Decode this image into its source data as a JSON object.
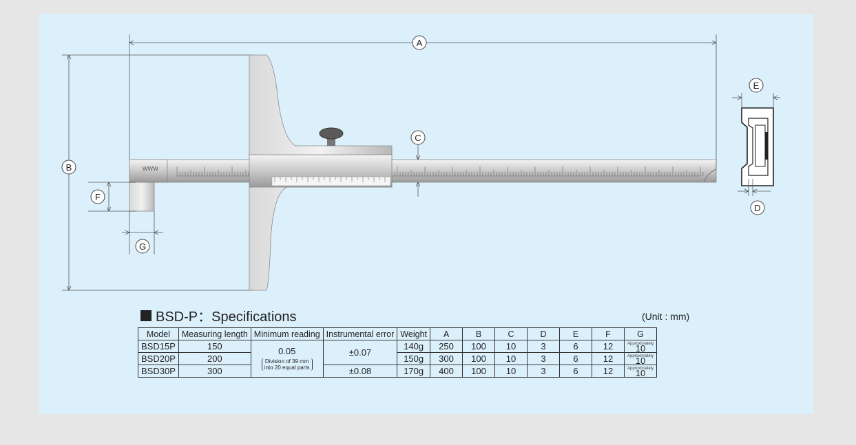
{
  "diagram": {
    "dim_labels": {
      "a": "A",
      "b": "B",
      "c": "C",
      "d": "D",
      "e": "E",
      "f": "F",
      "g": "G"
    }
  },
  "specs": {
    "title": "BSD-P：Specifications",
    "unit": "(Unit : mm)",
    "headers": [
      "Model",
      "Measuring length",
      "Minimum reading",
      "Instrumental error",
      "Weight",
      "A",
      "B",
      "C",
      "D",
      "E",
      "F",
      "G"
    ],
    "min_reading": {
      "value": "0.05",
      "note_line1": "Division of 39 mm",
      "note_line2": "into 20 equal parts"
    },
    "error_1": "±0.07",
    "error_2": "±0.08",
    "g_note": "Approximately",
    "rows": [
      {
        "model": "BSD15P",
        "length": "150",
        "weight": "140g",
        "a": "250",
        "b": "100",
        "c": "10",
        "d": "3",
        "e": "6",
        "f": "12",
        "g": "10"
      },
      {
        "model": "BSD20P",
        "length": "200",
        "weight": "150g",
        "a": "300",
        "b": "100",
        "c": "10",
        "d": "3",
        "e": "6",
        "f": "12",
        "g": "10"
      },
      {
        "model": "BSD30P",
        "length": "300",
        "weight": "170g",
        "a": "400",
        "b": "100",
        "c": "10",
        "d": "3",
        "e": "6",
        "f": "12",
        "g": "10"
      }
    ]
  }
}
